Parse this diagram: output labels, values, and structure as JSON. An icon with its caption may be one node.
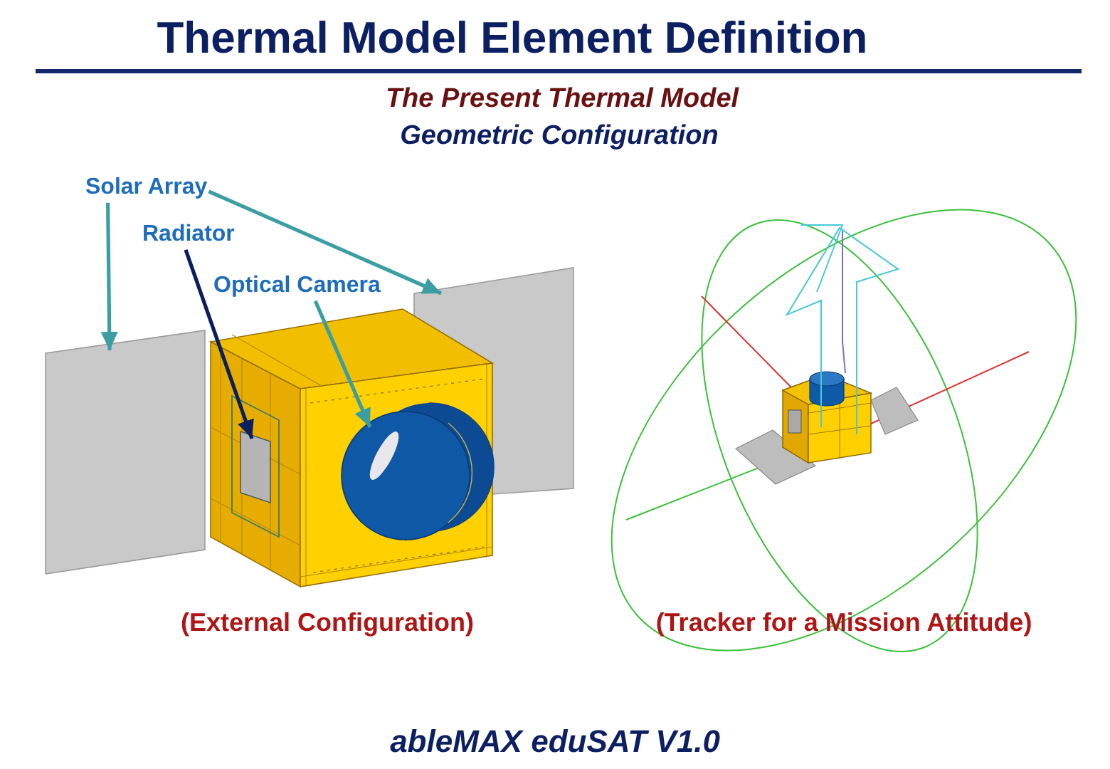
{
  "diagram": {
    "title": "Thermal Model Element Definition",
    "caption": "ableMAX eduSAT V1.0",
    "nodes": [
      {
        "text": [
          "Solar Array"
        ]
      },
      {
        "text": [
          "Radiator"
        ]
      },
      {
        "text": [
          "Optical Camera"
        ]
      },
      {
        "text": [],
        "shape": "box"
      },
      {
        "text": [],
        "shape": "box"
      },
      {
        "text": [],
        "shape": "box"
      },
      {
        "text": [],
        "shape": "cylinder"
      }
    ],
    "edges": [
      {
        "from": 0,
        "to": 3,
        "arrow": "to"
      },
      {
        "from": 0,
        "to": 4,
        "arrow": "to"
      },
      {
        "from": 1,
        "to": 5,
        "arrow": "to",
        "color": "#0b1f5e"
      },
      {
        "from": 2,
        "to": 6,
        "arrow": "to"
      }
    ],
    "labels": [
      "The Present Thermal Model",
      "Geometric Configuration",
      "(External Configuration)",
      "(Tracker for a Mission Attitude)"
    ]
  }
}
